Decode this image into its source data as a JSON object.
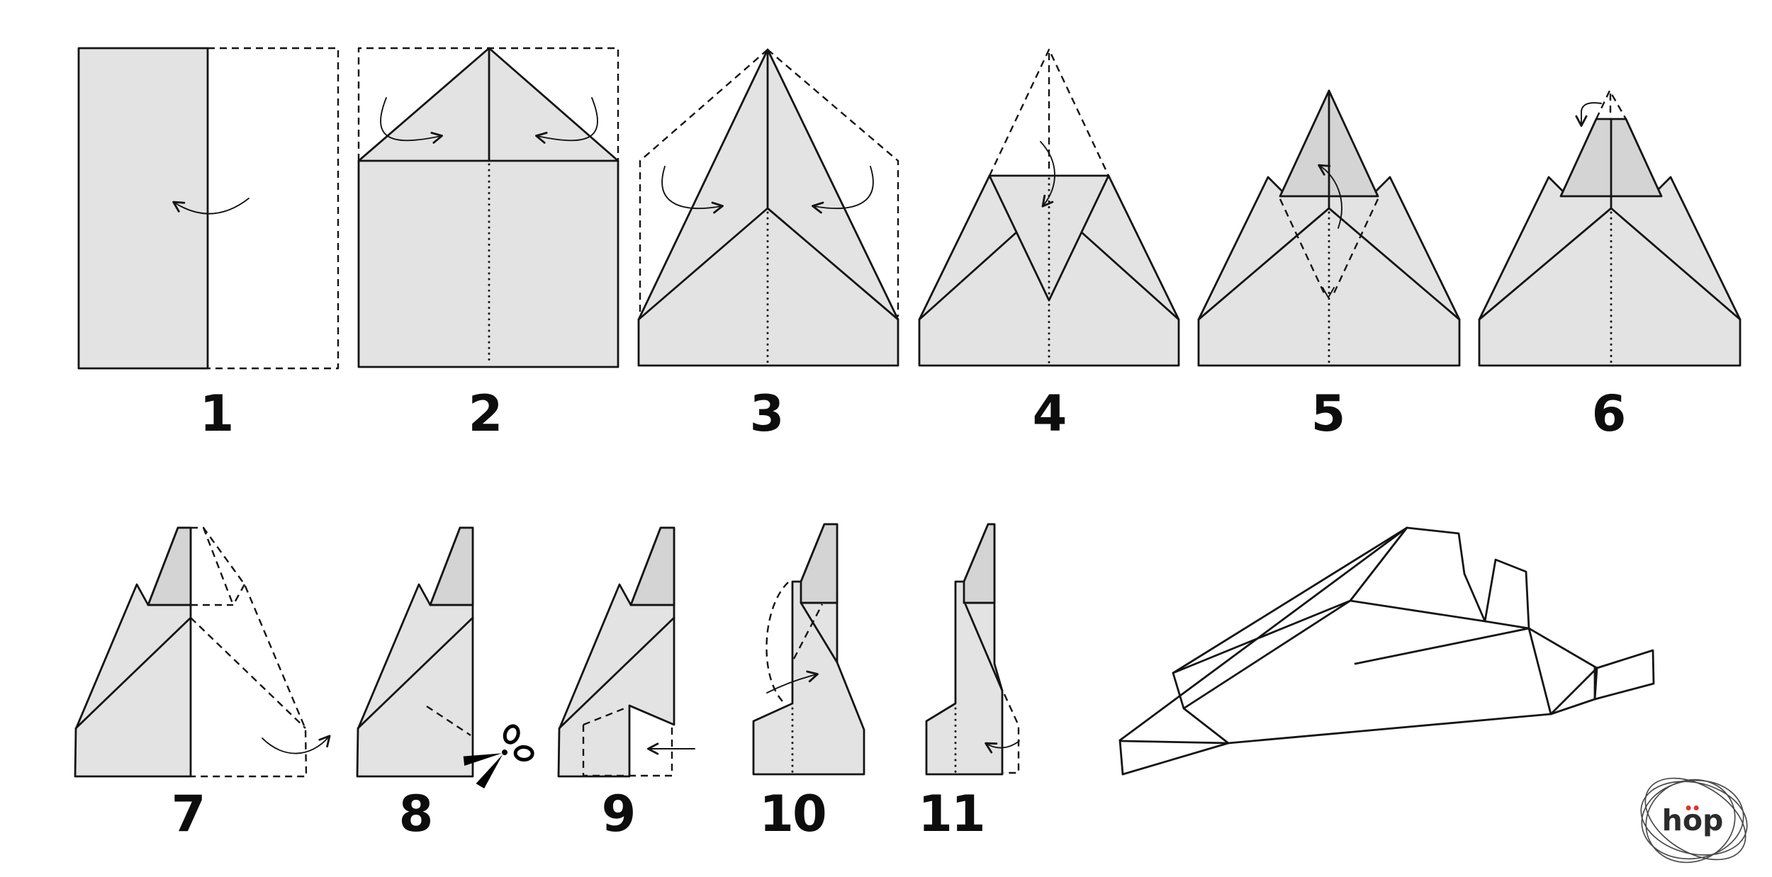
{
  "title": "paper-airplane-folding-instructions",
  "colors": {
    "line": "#141414",
    "paper_fill": "#e3e3e3",
    "paper_fill_dark": "#d4d4d4",
    "accent_red": "#d63a2f",
    "logo_text": "#2b2b2b",
    "background": "#ffffff"
  },
  "steps": [
    {
      "label": "1"
    },
    {
      "label": "2"
    },
    {
      "label": "3"
    },
    {
      "label": "4"
    },
    {
      "label": "5"
    },
    {
      "label": "6"
    },
    {
      "label": "7"
    },
    {
      "label": "8"
    },
    {
      "label": "9"
    },
    {
      "label": "10"
    },
    {
      "label": "11"
    }
  ],
  "logo": {
    "text": "höp",
    "part_h": "h",
    "part_o": "o",
    "part_p": "p"
  },
  "icons": {
    "fold_arrow": "fold-arrow-icon",
    "scissors": "scissors-icon",
    "logo_scribble": "logo-scribble-icon"
  }
}
